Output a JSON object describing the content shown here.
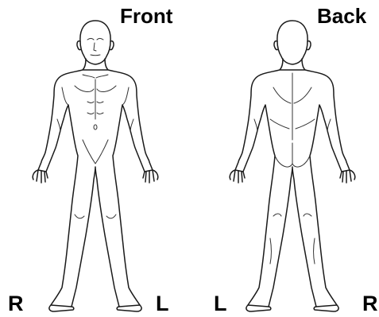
{
  "labels": {
    "front": "Front",
    "back": "Back",
    "front_right": "R",
    "front_left": "L",
    "back_left": "L",
    "back_right": "R"
  },
  "colors": {
    "background": "#ffffff",
    "text": "#000000",
    "outline": "#1a1a1a"
  }
}
